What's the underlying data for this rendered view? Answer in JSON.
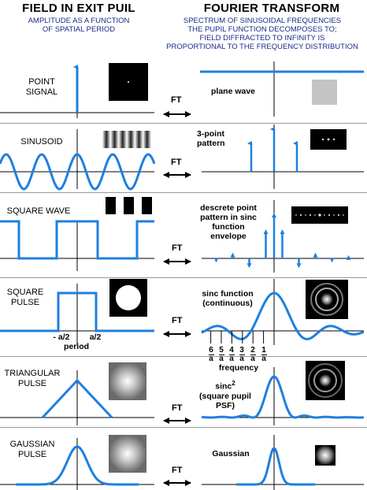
{
  "header": {
    "left_title": "FIELD IN EXIT PUIL",
    "left_subtitle": [
      "AMPLITUDE AS A FUNCTION",
      "OF SPATIAL PERIOD"
    ],
    "right_title": "FOURIER TRANSFORM",
    "right_subtitle": [
      "SPECTRUM OF SINUSOIDAL FREQUENCIES",
      "THE PUPIL FUNCTION DECOMPOSES TO;",
      "FIELD DIFFRACTED TO INFINITY IS",
      "PROPORTIONAL TO THE FREQUENCY DISTRIBUTION"
    ]
  },
  "ft_label": "FT",
  "rows": [
    {
      "id": "point",
      "left_label": [
        "POINT",
        "SIGNAL"
      ],
      "right_label": [
        "plane wave"
      ]
    },
    {
      "id": "sinusoid",
      "left_label": [
        "SINUSOID"
      ],
      "right_label": [
        "3-point",
        "pattern"
      ]
    },
    {
      "id": "square-wave",
      "left_label": [
        "SQUARE WAVE"
      ],
      "right_label": [
        "descrete point",
        "pattern in sinc",
        "function",
        "envelope"
      ]
    },
    {
      "id": "square-pulse",
      "left_label": [
        "SQUARE",
        "PULSE"
      ],
      "right_label": [
        "sinc function",
        "(continuous)"
      ],
      "left_axis": {
        "minus": "- a/2",
        "plus": "a/2",
        "caption": "period"
      },
      "right_axis": {
        "fractions": [
          {
            "num": "6",
            "den": "a"
          },
          {
            "num": "5",
            "den": "a"
          },
          {
            "num": "4",
            "den": "a"
          },
          {
            "num": "3",
            "den": "a"
          },
          {
            "num": "2",
            "den": "a"
          },
          {
            "num": "1",
            "den": "a"
          }
        ],
        "caption": "frequency"
      }
    },
    {
      "id": "triangular",
      "left_label": [
        "TRIANGULAR",
        "PULSE"
      ],
      "right_label_main": "sinc",
      "right_label_sup": "2",
      "right_label_rest": [
        "(square pupil",
        "PSF)"
      ]
    },
    {
      "id": "gaussian",
      "left_label": [
        "GAUSSIAN",
        "PULSE"
      ],
      "right_label": [
        "Gaussian"
      ]
    }
  ],
  "colors": {
    "curve": "#1e7fe0",
    "separator": "#9a9a9a",
    "subtitle": "#1b2a8a"
  }
}
